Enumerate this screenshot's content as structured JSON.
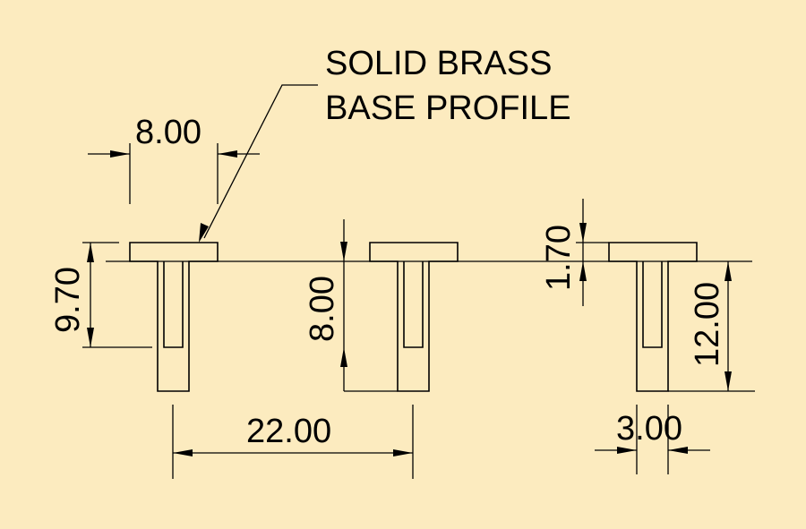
{
  "colors": {
    "background": "#fcebbf",
    "line": "#000000"
  },
  "callout": {
    "line1": "SOLID BRASS",
    "line2": "BASE PROFILE"
  },
  "dimensions": {
    "flange_width": "8.00",
    "flange_offset": "9.70",
    "web_depth": "8.00",
    "flange_thickness": "1.70",
    "overall_depth": "12.00",
    "spacing": "22.00",
    "web_width": "3.00"
  }
}
